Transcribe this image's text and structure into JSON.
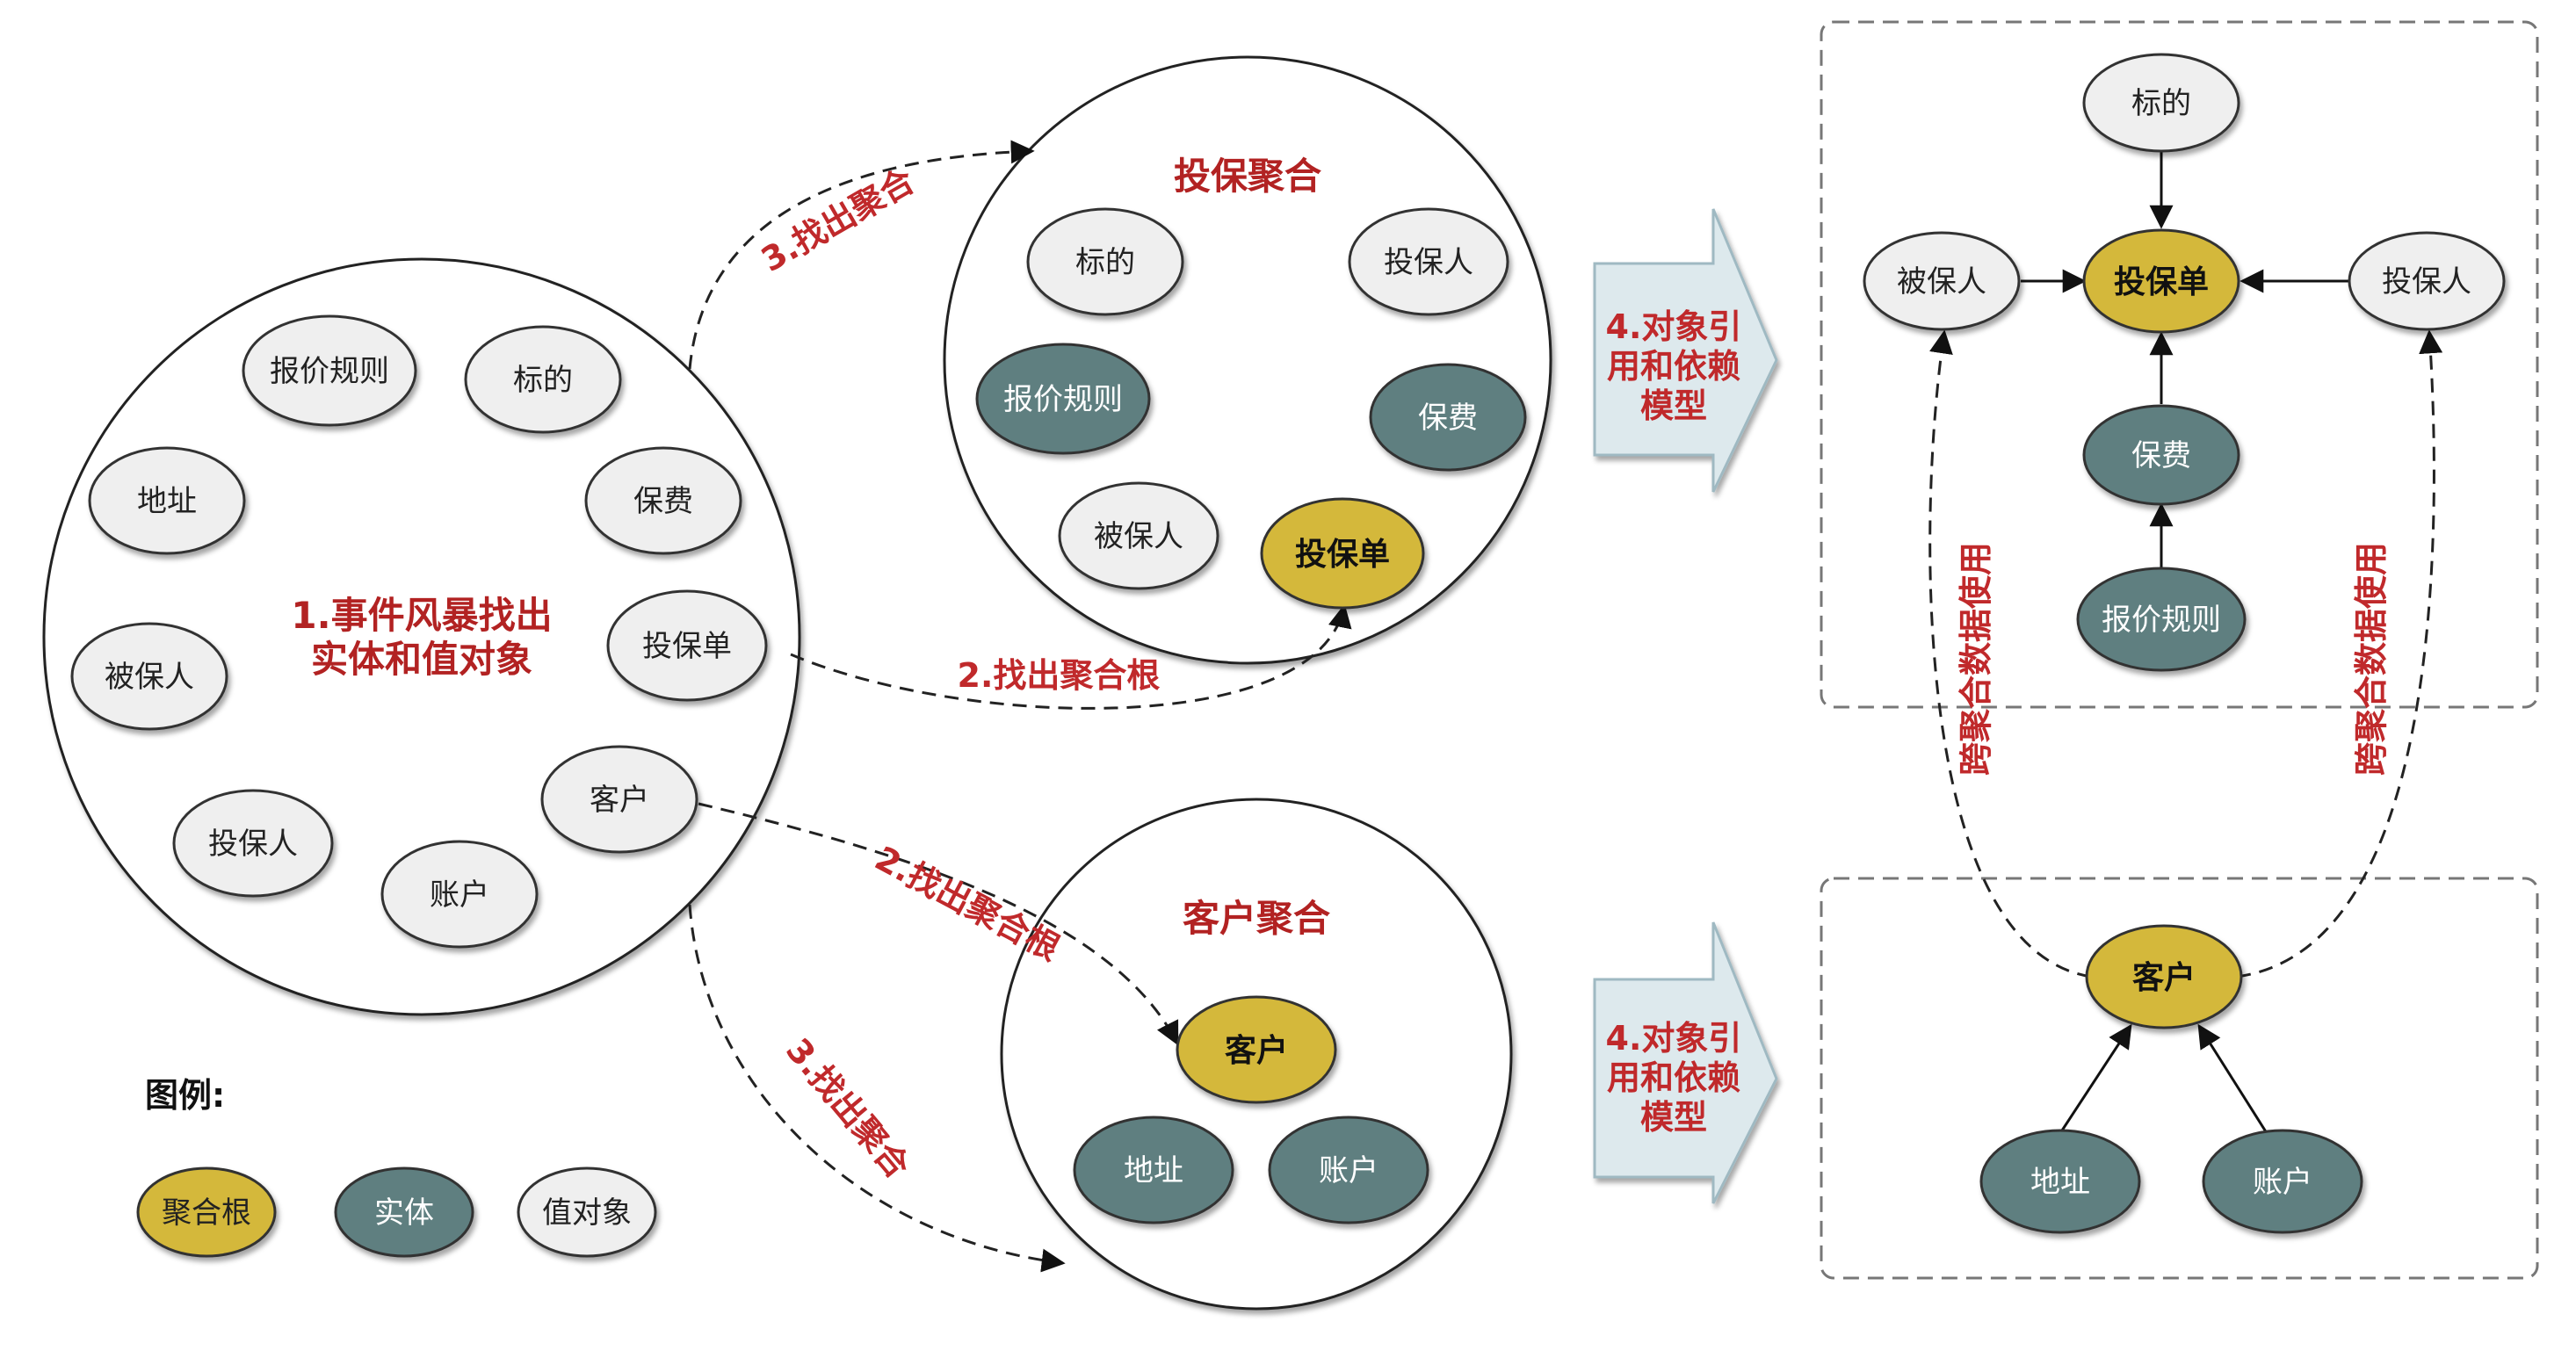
{
  "colors": {
    "root": "#d4b83a",
    "entity": "#5f7f80",
    "value": "#efefef",
    "label_red": "#c0292b",
    "arrow_panel": "#dbe8ec"
  },
  "event_storm": {
    "title_line1": "1.事件风暴找出",
    "title_line2": "实体和值对象",
    "nodes": {
      "quote_rule": "报价规则",
      "subject": "标的",
      "address": "地址",
      "premium": "保费",
      "insured": "被保人",
      "policy": "投保单",
      "customer": "客户",
      "policyholder": "投保人",
      "account": "账户"
    }
  },
  "policy_aggregate": {
    "title": "投保聚合",
    "nodes": {
      "subject": "标的",
      "policyholder": "投保人",
      "quote_rule": "报价规则",
      "premium": "保费",
      "insured": "被保人",
      "policy": "投保单"
    }
  },
  "customer_aggregate": {
    "title": "客户聚合",
    "nodes": {
      "customer": "客户",
      "address": "地址",
      "account": "账户"
    }
  },
  "edge_labels": {
    "find_aggregate_top": "3.找出聚合",
    "find_root_top": "2.找出聚合根",
    "find_root_bottom": "2.找出聚合根",
    "find_aggregate_bottom": "3.找出聚合",
    "cross_left": "跨聚合数据使用",
    "cross_right": "跨聚合数据使用"
  },
  "step4": {
    "top": {
      "line1": "4.对象引",
      "line2": "用和依赖",
      "line3": "模型"
    },
    "bottom": {
      "line1": "4.对象引",
      "line2": "用和依赖",
      "line3": "模型"
    }
  },
  "model_top": {
    "subject": "标的",
    "insured": "被保人",
    "policy": "投保单",
    "policyholder": "投保人",
    "premium": "保费",
    "quote_rule": "报价规则"
  },
  "model_bottom": {
    "customer": "客户",
    "address": "地址",
    "account": "账户"
  },
  "legend": {
    "title": "图例:",
    "root": "聚合根",
    "entity": "实体",
    "value": "值对象"
  }
}
